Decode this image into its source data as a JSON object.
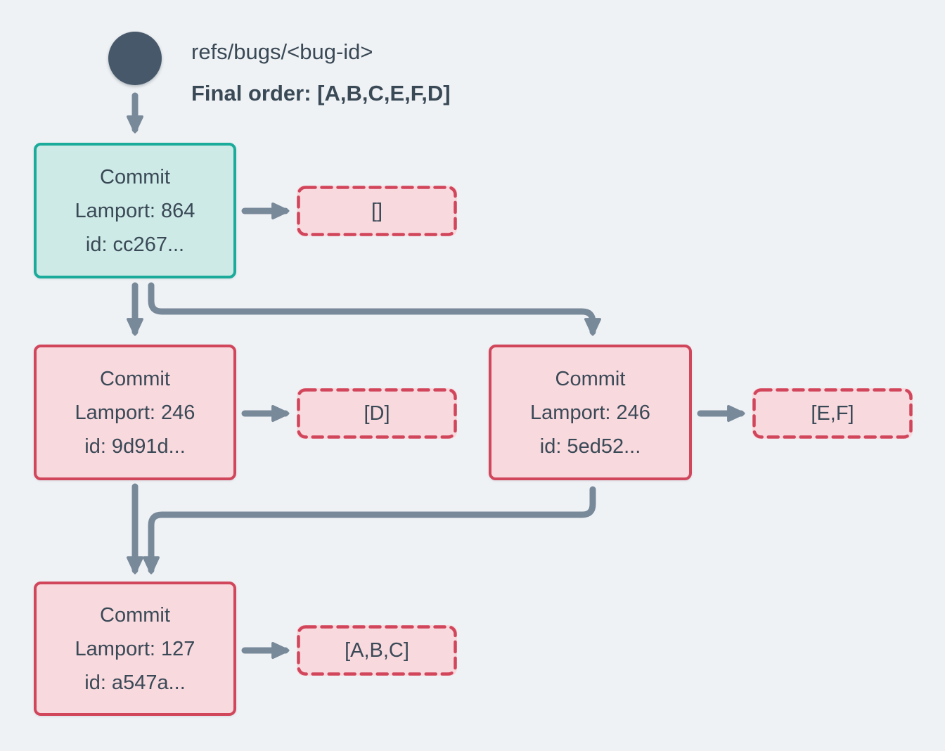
{
  "title_block": {
    "ref_name": "refs/bugs/<bug-id>",
    "final_order": "Final order: [A,B,C,E,F,D]"
  },
  "commits": {
    "head": {
      "label": "Commit",
      "lamport": "Lamport: 864",
      "id": "id: cc267...",
      "ops": "[]"
    },
    "left": {
      "label": "Commit",
      "lamport": "Lamport: 246",
      "id": "id: 9d91d...",
      "ops": "[D]"
    },
    "right": {
      "label": "Commit",
      "lamport": "Lamport: 246",
      "id": "id: 5ed52...",
      "ops": "[E,F]"
    },
    "base": {
      "label": "Commit",
      "lamport": "Lamport: 127",
      "id": "id: a547a...",
      "ops": "[A,B,C]"
    }
  },
  "colors": {
    "background": "#EFF2F5",
    "ref_node": "#47586A",
    "text": "#3A4956",
    "teal_border": "#1BAB9B",
    "teal_fill": "#CDEAE7",
    "red_border": "#D1465B",
    "pink_fill": "#F8D9DE",
    "arrow": "#78899A"
  }
}
